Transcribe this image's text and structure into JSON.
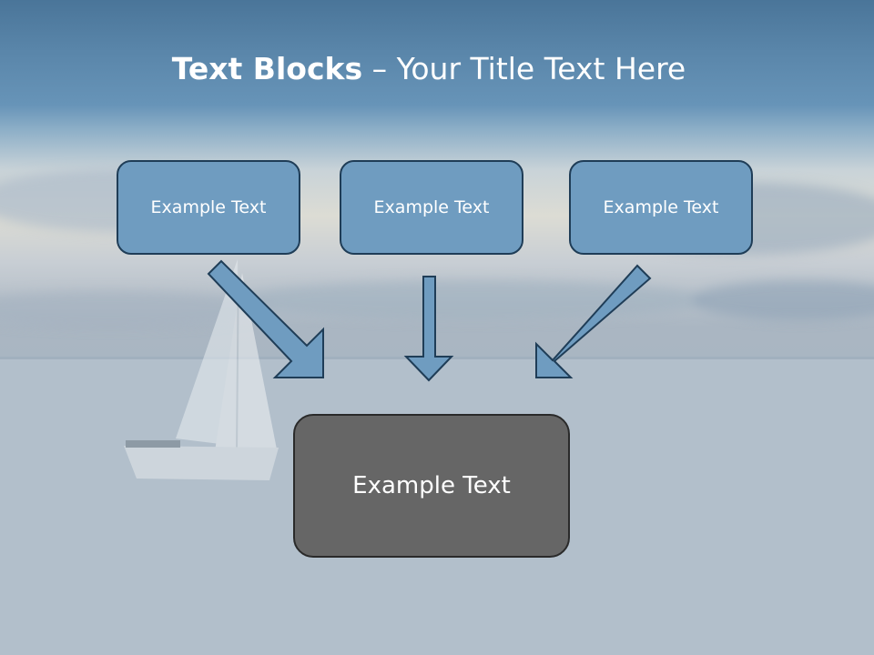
{
  "title": {
    "bold": "Text Blocks",
    "separator": " – ",
    "rest": "Your Title Text Here"
  },
  "blocks": [
    {
      "label": "Example Text"
    },
    {
      "label": "Example Text"
    },
    {
      "label": "Example Text"
    }
  ],
  "main_block": {
    "label": "Example Text"
  },
  "colors": {
    "block_fill": "#6f9cc0",
    "block_border": "#1f3d57",
    "main_fill": "#666666",
    "arrow_fill": "#6f9cc0",
    "title_band": "#5a86aa"
  }
}
